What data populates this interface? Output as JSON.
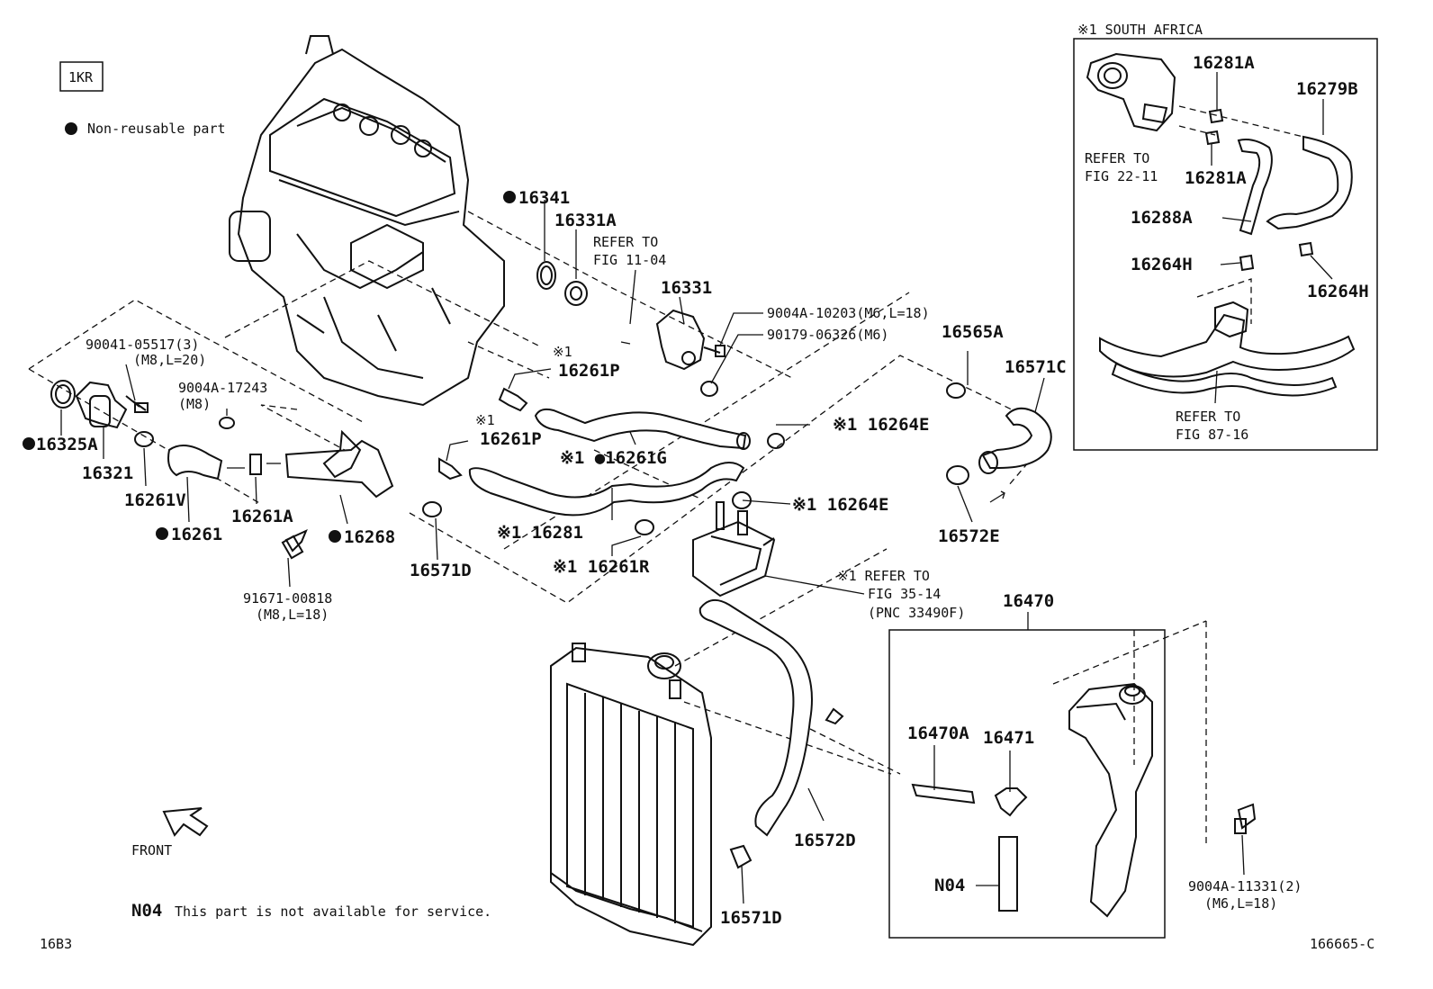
{
  "engine_code": "1KR",
  "legend_nonreusable": "Non-reusable part",
  "region_note": "※1 SOUTH AFRICA",
  "front_label": "FRONT",
  "n04_code": "N04",
  "n04_note": "This part is not available for service.",
  "sheet_code": "16B3",
  "figure_number": "166665-C",
  "labels": {
    "p16341": "16341",
    "p16331A": "16331A",
    "ref1104a": "REFER TO",
    "ref1104b": "FIG 11-04",
    "p16331": "16331",
    "b9004A10203": "9004A-10203(M6,L=18)",
    "b9017906326": "90179-06326(M6)",
    "b9004105517": "90041-05517(3)",
    "b9004105517s": "(M8,L=20)",
    "b9004A17243": "9004A-17243",
    "b9004A17243s": "(M8)",
    "p16325A": "16325A",
    "p16321": "16321",
    "p16261V": "16261V",
    "p16261": "16261",
    "p16261A": "16261A",
    "p16268": "16268",
    "b9167100818": "91671-00818",
    "b9167100818s": "(M8,L=18)",
    "x1a": "※1",
    "p16261Pa": "16261P",
    "x1b": "※1",
    "p16261Pb": "16261P",
    "p16261G": "※1 ●16261G",
    "p16264Ea": "※1 16264E",
    "p16264Eb": "※1 16264E",
    "p16281": "※1 16281",
    "p16261R": "※1 16261R",
    "p16571Da": "16571D",
    "p16565A": "16565A",
    "p16571C": "16571C",
    "p16572E": "16572E",
    "ref3514a": "※1 REFER TO",
    "ref3514b": "FIG 35-14",
    "ref3514c": "(PNC 33490F)",
    "p16470": "16470",
    "p16470A": "16470A",
    "p16471": "16471",
    "p16572D": "16572D",
    "p16571Db": "16571D",
    "b9004A11331": "9004A-11331(2)",
    "b9004A11331s": "(M6,L=18)",
    "sa16281Aa": "16281A",
    "sa16279B": "16279B",
    "saref2211a": "REFER TO",
    "saref2211b": "FIG 22-11",
    "sa16281Ab": "16281A",
    "sa16288A": "16288A",
    "sa16264Ha": "16264H",
    "sa16264Hb": "16264H",
    "saref8716a": "REFER TO",
    "saref8716b": "FIG 87-16"
  }
}
